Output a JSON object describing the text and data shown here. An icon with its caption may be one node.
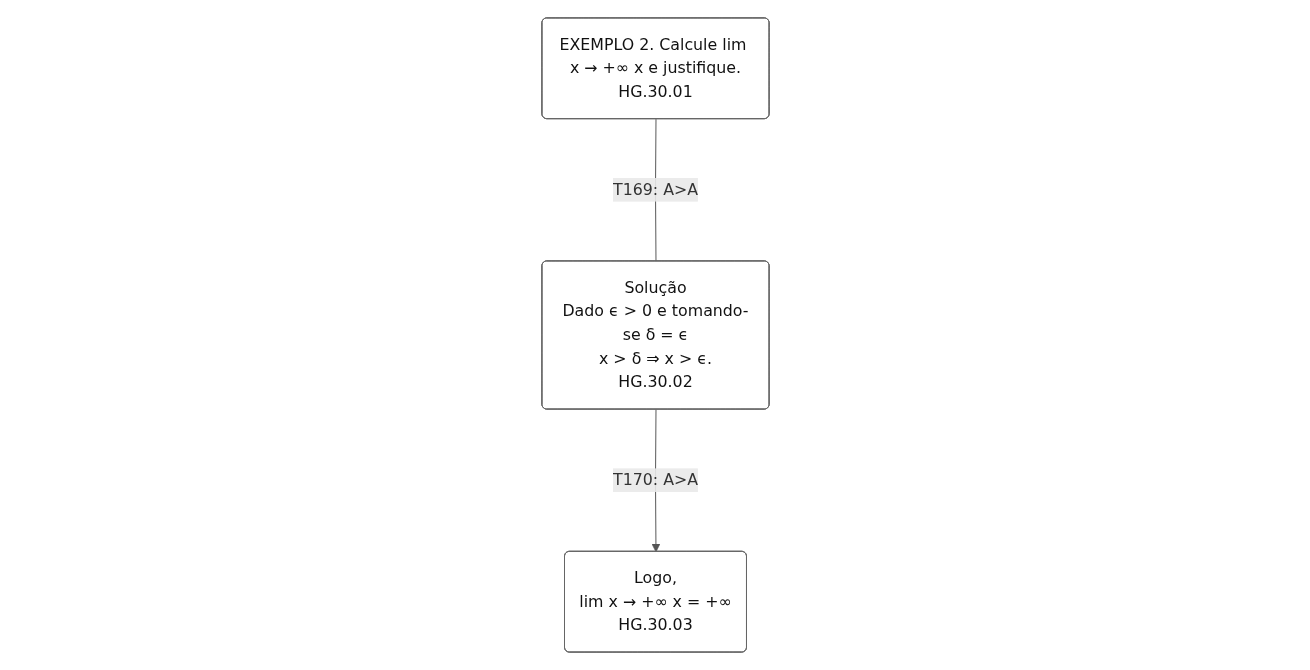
{
  "diagram": {
    "nodes": [
      {
        "text": [
          "EXEMPLO 2. Calcule lim x → +∞ x e justifique.",
          "HG.30.01"
        ]
      },
      {
        "text": [
          "Solução",
          "Dado ϵ > 0 e tomando-se δ = ϵ",
          "x > δ ⇒ x > ϵ.",
          "HG.30.02"
        ]
      },
      {
        "text": [
          "Logo,",
          "lim x → +∞ x = +∞",
          "HG.30.03"
        ]
      }
    ],
    "edges": [
      {
        "from": 0,
        "to": 1,
        "arrow": "none",
        "label": "T169: A>A"
      },
      {
        "from": 1,
        "to": 2,
        "arrow": "to",
        "label": "T170: A>A"
      }
    ]
  }
}
